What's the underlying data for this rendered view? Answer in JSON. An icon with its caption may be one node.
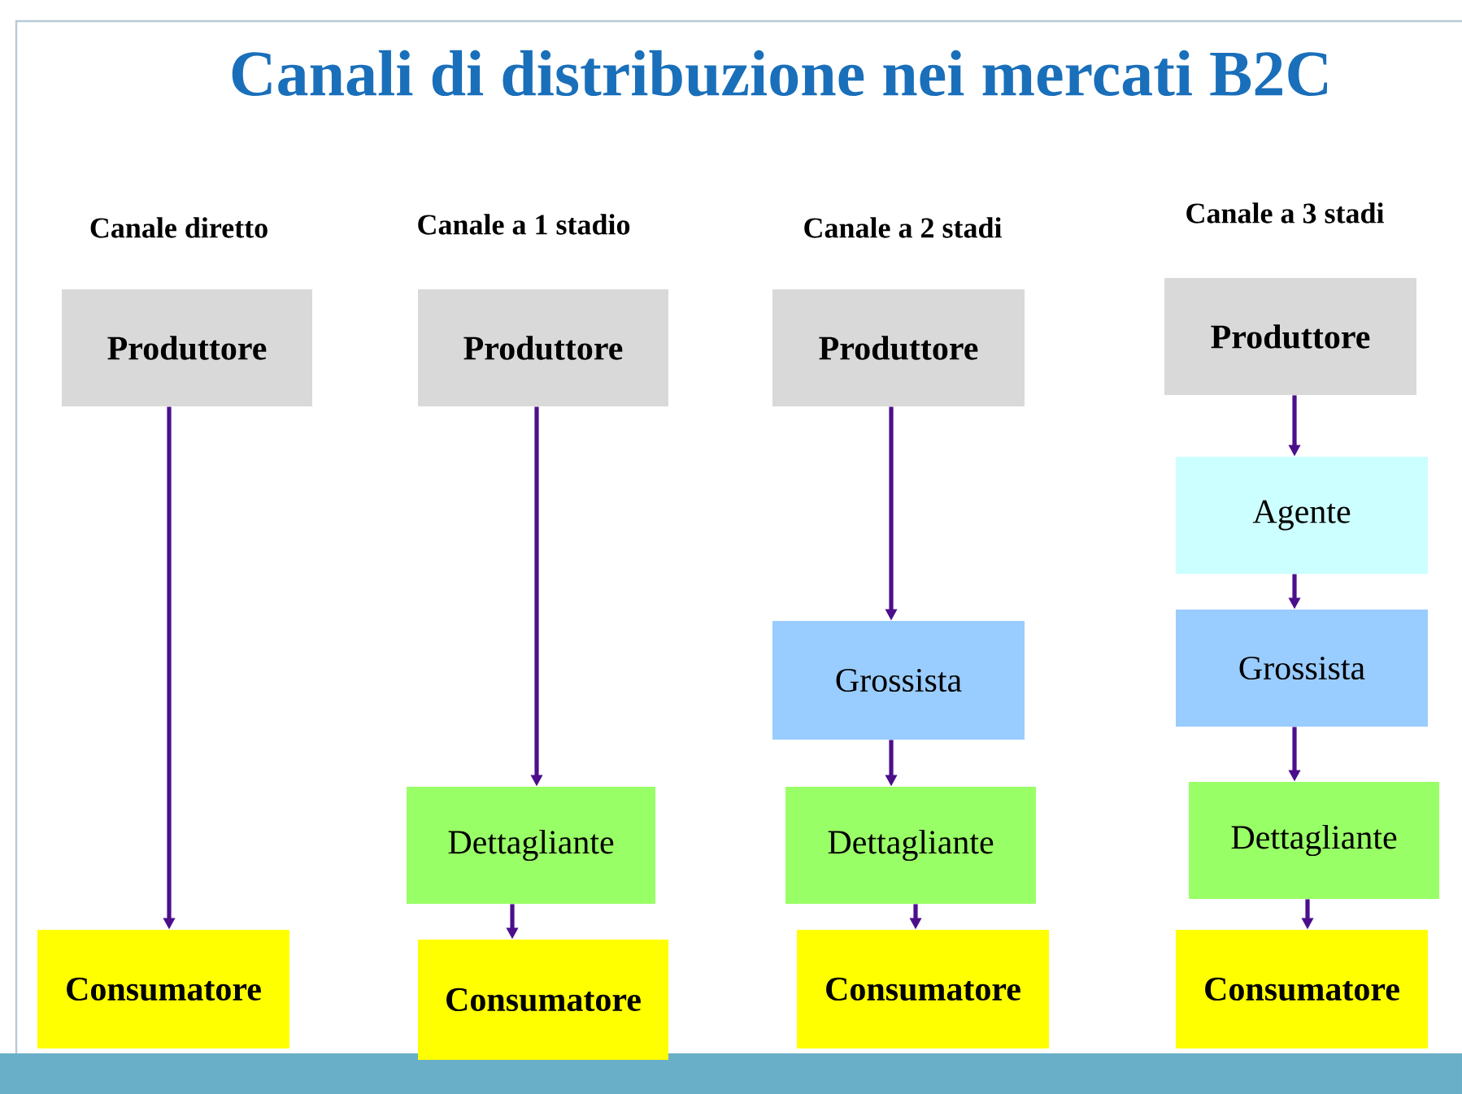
{
  "diagram": {
    "title": "Canali di distribuzione nei mercati B2C",
    "nodes": [
      {
        "text": [
          "Produttore"
        ]
      },
      {
        "text": [
          "Consumatore"
        ]
      },
      {
        "text": [
          "Produttore"
        ]
      },
      {
        "text": [
          "Dettagliante"
        ]
      },
      {
        "text": [
          "Consumatore"
        ]
      },
      {
        "text": [
          "Produttore"
        ]
      },
      {
        "text": [
          "Grossista"
        ]
      },
      {
        "text": [
          "Dettagliante"
        ]
      },
      {
        "text": [
          "Consumatore"
        ]
      },
      {
        "text": [
          "Produttore"
        ]
      },
      {
        "text": [
          "Agente"
        ]
      },
      {
        "text": [
          "Grossista"
        ]
      },
      {
        "text": [
          "Dettagliante"
        ]
      },
      {
        "text": [
          "Consumatore"
        ]
      }
    ],
    "edges": [
      {
        "from": 0,
        "to": 1,
        "arrow": "to"
      },
      {
        "from": 2,
        "to": 3,
        "arrow": "to"
      },
      {
        "from": 3,
        "to": 4,
        "arrow": "to"
      },
      {
        "from": 5,
        "to": 6,
        "arrow": "to"
      },
      {
        "from": 6,
        "to": 7,
        "arrow": "to"
      },
      {
        "from": 7,
        "to": 8,
        "arrow": "to"
      },
      {
        "from": 9,
        "to": 10,
        "arrow": "to"
      },
      {
        "from": 10,
        "to": 11,
        "arrow": "to"
      },
      {
        "from": 11,
        "to": 12,
        "arrow": "to"
      },
      {
        "from": 12,
        "to": 13,
        "arrow": "to"
      }
    ],
    "labels": [
      "Canale diretto",
      "Canale a 1 stadio",
      "Canale a 2 stadi",
      "Canale a 3 stadi"
    ]
  }
}
